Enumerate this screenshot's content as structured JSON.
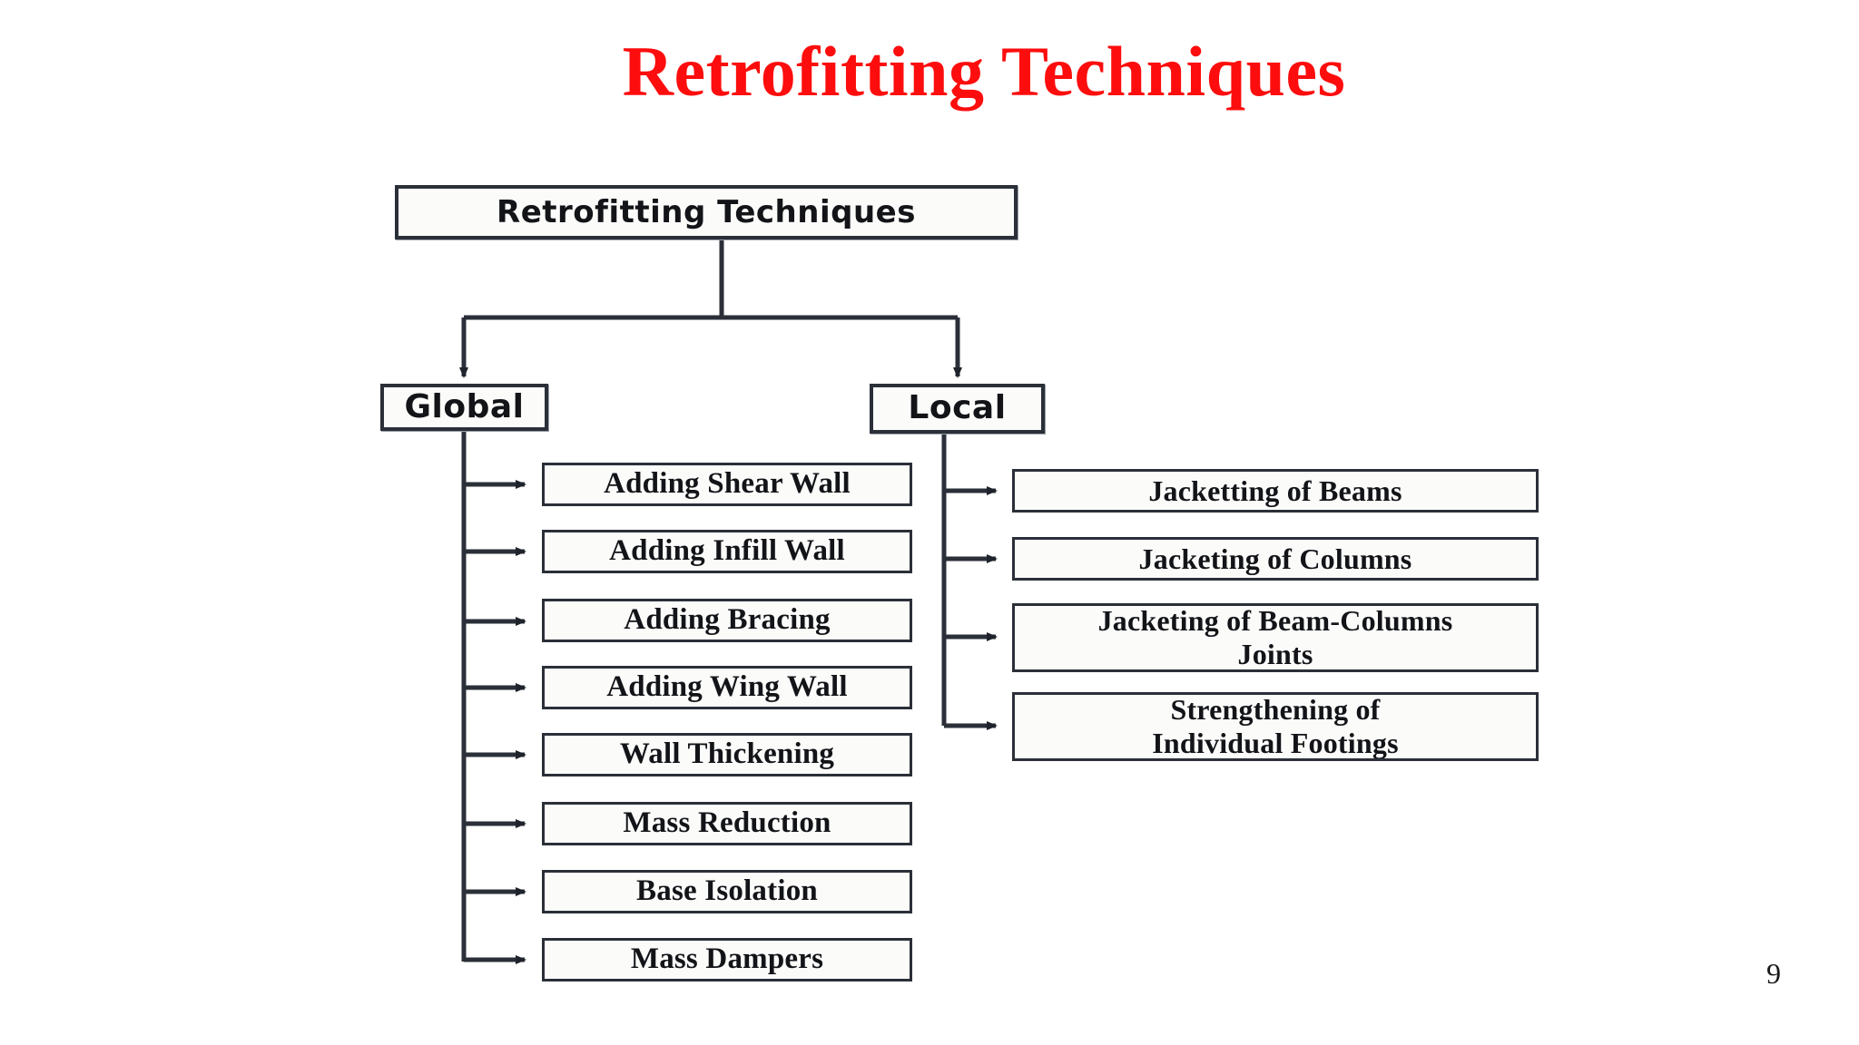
{
  "slide": {
    "title": "Retrofitting Techniques",
    "title_color": "#fd0d0d",
    "page_number": "9",
    "background": "#ffffff"
  },
  "diagram": {
    "type": "tree",
    "root": {
      "label": "Retrofitting Techniques"
    },
    "branches": [
      {
        "name": "global",
        "label": "Global",
        "children": [
          {
            "label": "Adding Shear Wall"
          },
          {
            "label": "Adding Infill Wall"
          },
          {
            "label": "Adding Bracing"
          },
          {
            "label": "Adding Wing Wall"
          },
          {
            "label": "Wall Thickening"
          },
          {
            "label": "Mass Reduction"
          },
          {
            "label": "Base Isolation"
          },
          {
            "label": "Mass Dampers"
          }
        ]
      },
      {
        "name": "local",
        "label": "Local",
        "children": [
          {
            "label": "Jacketting of Beams"
          },
          {
            "label": "Jacketing of Columns"
          },
          {
            "label": "Jacketing of Beam-Columns\nJoints"
          },
          {
            "label": "Strengthening of\nIndividual Footings"
          }
        ]
      }
    ],
    "line_color": "#2b2f38",
    "box_border_color": "#2b2f38",
    "box_fill_color": "#fbfbfa"
  }
}
